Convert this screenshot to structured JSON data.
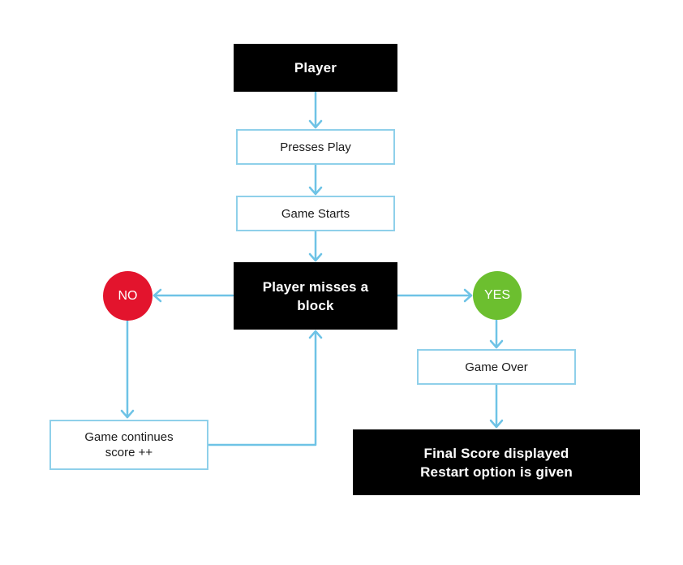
{
  "nodes": {
    "player": "Player",
    "presses_play": "Presses Play",
    "game_starts": "Game Starts",
    "decision": "Player misses a\nblock",
    "no": "NO",
    "yes": "YES",
    "game_continues": "Game continues\nscore ++",
    "game_over": "Game Over",
    "final": "Final Score displayed\nRestart option is given"
  },
  "colors": {
    "connector": "#6ec3e6",
    "box_border": "#8fd0ea",
    "dark_box": "#000000",
    "no_circle": "#e3142d",
    "yes_circle": "#6cbf2f"
  }
}
